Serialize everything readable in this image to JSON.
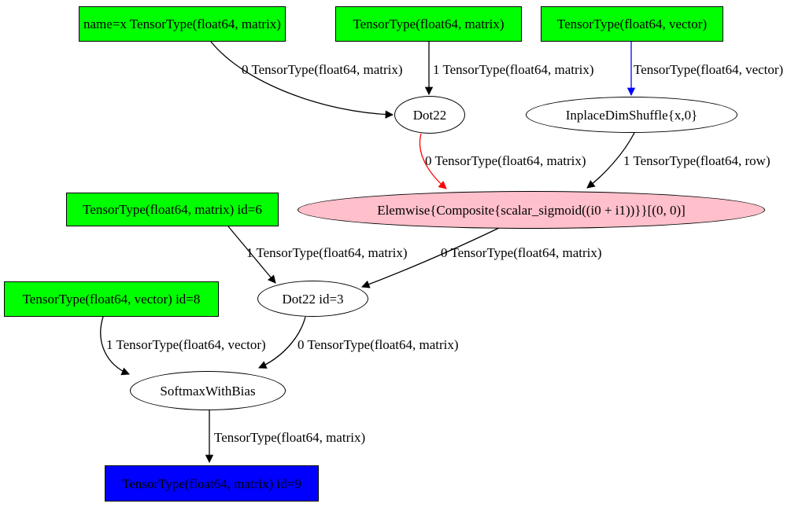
{
  "colors": {
    "input_fill": "#00ff00",
    "output_fill": "#0000ff",
    "op_fill": "#ffffff",
    "elemwise_fill": "#ffc0cb",
    "edge_default": "#000000",
    "edge_red": "#ff0000",
    "edge_blue": "#0000ff"
  },
  "nodes": {
    "input_x": "name=x TensorType(float64, matrix)",
    "input_matrix": "TensorType(float64, matrix)",
    "input_vector": "TensorType(float64, vector)",
    "dot22": "Dot22",
    "dimshuffle": "InplaceDimShuffle{x,0}",
    "elemwise": "Elemwise{Composite{scalar_sigmoid((i0 + i1))}}[(0, 0)]",
    "input_id6": "TensorType(float64, matrix) id=6",
    "dot22_id3": "Dot22 id=3",
    "input_id8": "TensorType(float64, vector) id=8",
    "softmax": "SoftmaxWithBias",
    "output_id9": "TensorType(float64, matrix) id=9"
  },
  "edge_labels": {
    "x_to_dot22": "0 TensorType(float64, matrix)",
    "matrix_to_dot22": "1 TensorType(float64, matrix)",
    "vector_to_dimshuffle": "TensorType(float64, vector)",
    "dot22_to_elemwise": "0 TensorType(float64, matrix)",
    "dimshuffle_to_elemwise": "1 TensorType(float64, row)",
    "id6_to_dot22id3": "1 TensorType(float64, matrix)",
    "elemwise_to_dot22id3": "0 TensorType(float64, matrix)",
    "id8_to_softmax": "1 TensorType(float64, vector)",
    "dot22id3_to_softmax": "0 TensorType(float64, matrix)",
    "softmax_to_output": "TensorType(float64, matrix)"
  }
}
